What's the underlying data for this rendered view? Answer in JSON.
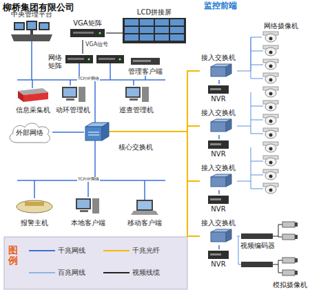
{
  "diagram": {
    "title": "柳桥集团有限公司",
    "nodes": [
      {
        "text": [
          "中央管理平台"
        ]
      },
      {
        "text": [
          "VGA矩阵"
        ]
      },
      {
        "text": [
          "LCD拼接屏"
        ]
      },
      {
        "text": [
          "网络 矩阵"
        ]
      },
      {
        "text": [
          "管理客户端"
        ]
      },
      {
        "text": [
          "信息采集机"
        ]
      },
      {
        "text": [
          "动环管理机"
        ]
      },
      {
        "text": [
          "巡查管理机"
        ]
      },
      {
        "text": [
          "外部网络"
        ]
      },
      {
        "text": [
          "核心交换机"
        ]
      },
      {
        "text": [
          "报警主机"
        ]
      },
      {
        "text": [
          "本地客户端"
        ]
      },
      {
        "text": [
          "移动客户端"
        ]
      },
      {
        "text": [
          "接入交换机"
        ]
      },
      {
        "text": [
          "接入交换机"
        ]
      },
      {
        "text": [
          "接入交换机"
        ]
      },
      {
        "text": [
          "接入交换机"
        ]
      },
      {
        "text": [
          "NVR"
        ]
      },
      {
        "text": [
          "NVR"
        ]
      },
      {
        "text": [
          "NVR"
        ]
      },
      {
        "text": [
          "NVR"
        ]
      },
      {
        "text": [
          "网络摄像机"
        ]
      },
      {
        "text": [
          "视频编码器"
        ]
      },
      {
        "text": [
          "模拟摄像机"
        ]
      }
    ],
    "edges": [
      {
        "from": 8,
        "to": 9,
        "arrow": "none"
      },
      {
        "from": 9,
        "to": 13,
        "arrow": "none"
      },
      {
        "from": 9,
        "to": 14,
        "arrow": "none"
      },
      {
        "from": 9,
        "to": 15,
        "arrow": "none"
      },
      {
        "from": 9,
        "to": 16,
        "arrow": "none"
      },
      {
        "from": 13,
        "to": 17,
        "arrow": "none"
      },
      {
        "from": 14,
        "to": 18,
        "arrow": "none"
      },
      {
        "from": 15,
        "to": 19,
        "arrow": "none"
      },
      {
        "from": 16,
        "to": 20,
        "arrow": "none"
      },
      {
        "from": 13,
        "to": 21,
        "arrow": "none"
      },
      {
        "from": 16,
        "to": 22,
        "arrow": "none"
      },
      {
        "from": 1,
        "to": 2,
        "arrow": "none"
      },
      {
        "from": 3,
        "to": 1,
        "arrow": "none"
      }
    ],
    "labels": [
      "监控前端",
      "VGA信号",
      "TCP/IP网络",
      "TCP/IP网络",
      "图例"
    ],
    "legend": [
      {
        "text": "千兆网线"
      },
      {
        "text": "千兆光纤"
      },
      {
        "text": "百兆网线"
      },
      {
        "text": "视频线缆"
      }
    ]
  }
}
